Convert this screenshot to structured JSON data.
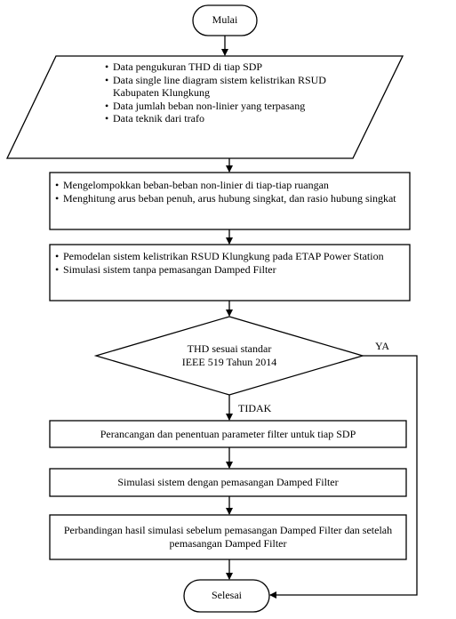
{
  "flowchart": {
    "start": "Mulai",
    "input": [
      "Data pengukuran THD di tiap SDP",
      "Data single line diagram sistem kelistrikan RSUD Kabupaten Klungkung",
      "Data jumlah beban non-linier yang terpasang",
      "Data teknik dari trafo"
    ],
    "process1": [
      "Mengelompokkan beban-beban non-linier di tiap-tiap ruangan",
      "Menghitung arus beban penuh, arus hubung singkat, dan rasio hubung singkat"
    ],
    "process2": [
      "Pemodelan sistem kelistrikan RSUD Klungkung pada ETAP Power Station",
      "Simulasi sistem tanpa pemasangan Damped Filter"
    ],
    "decision": {
      "line1": "THD sesuai standar",
      "line2": "IEEE 519 Tahun 2014",
      "yes_label": "YA",
      "no_label": "TIDAK"
    },
    "process3": "Perancangan dan penentuan parameter filter untuk tiap SDP",
    "process4": "Simulasi sistem dengan pemasangan Damped Filter",
    "process5": "Perbandingan hasil simulasi sebelum pemasangan Damped Filter dan setelah pemasangan Damped Filter",
    "end": "Selesai"
  }
}
